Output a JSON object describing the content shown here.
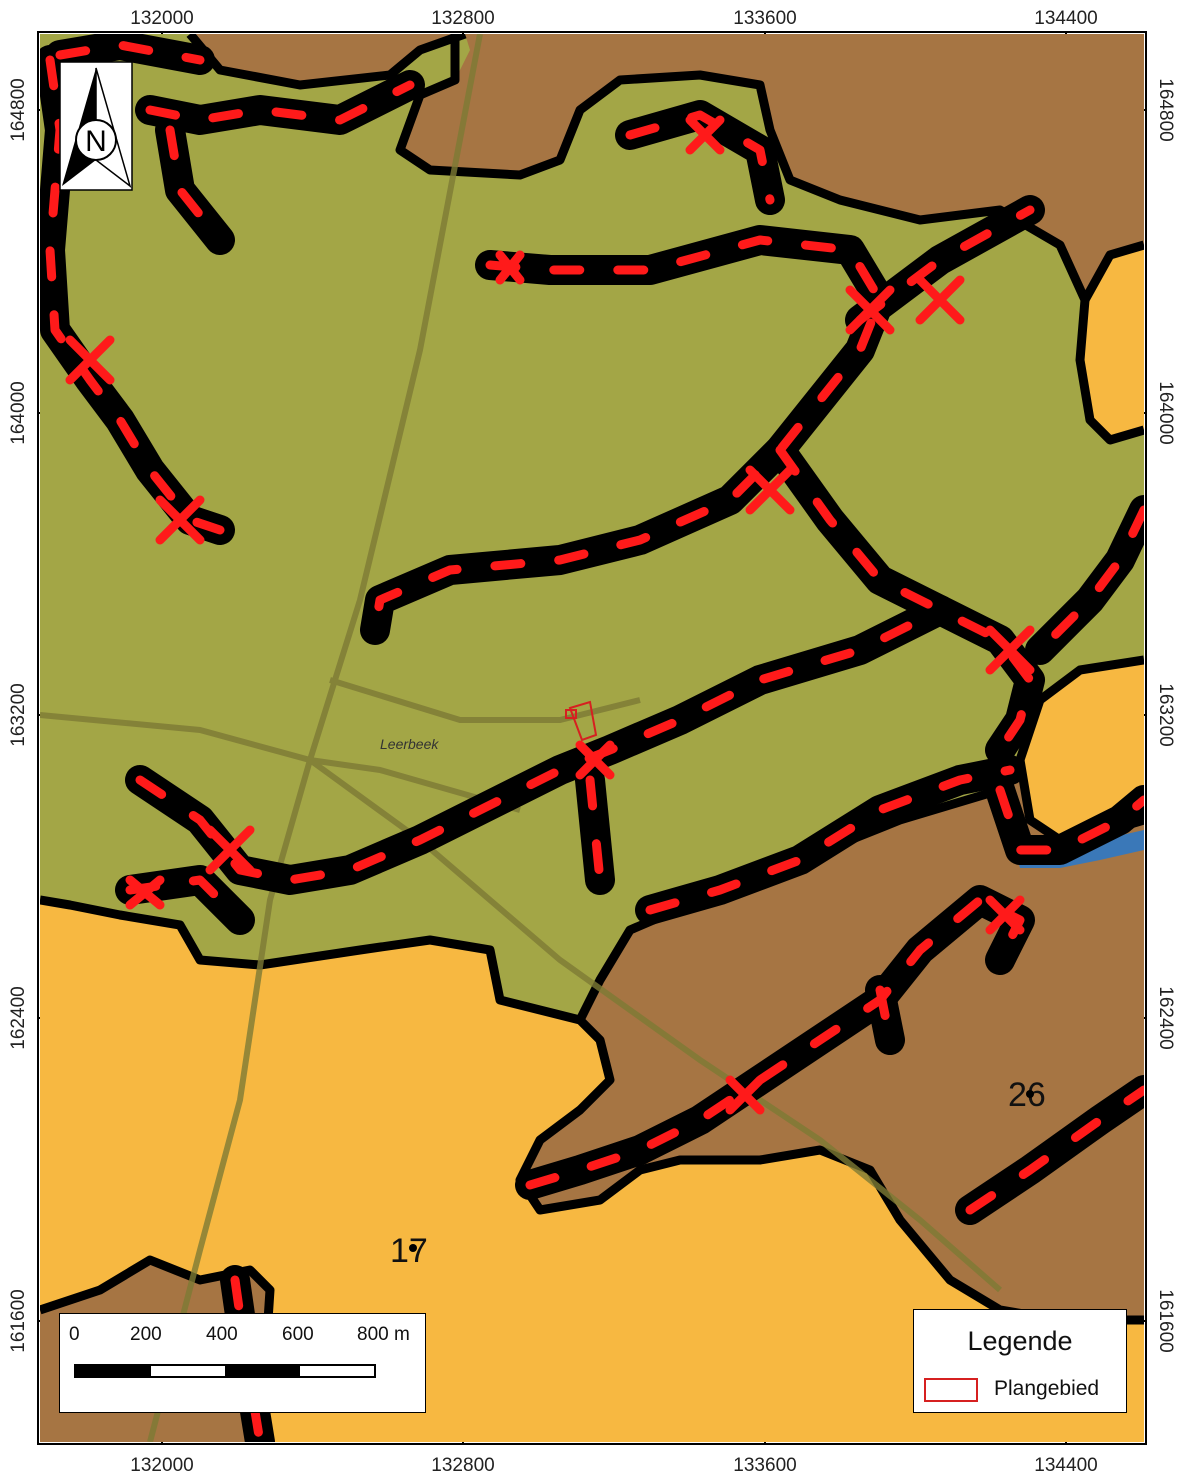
{
  "map": {
    "axes": {
      "x_ticks": [
        "132000",
        "132800",
        "133600",
        "134400"
      ],
      "y_ticks": [
        "164800",
        "164000",
        "163200",
        "162400",
        "161600"
      ]
    },
    "colors": {
      "zone_olive": "#a3a646",
      "zone_brown": "#a67543",
      "zone_orange": "#f7b841",
      "water": "#3a78b8",
      "buffer_outline": "#000000",
      "buffer_dash": "#ff1a1a",
      "plangebied": "#d62020"
    },
    "labels": {
      "place": "Leerbeek",
      "zone_17": "17",
      "zone_26": "26"
    },
    "north_arrow": {
      "letter": "N"
    }
  },
  "scalebar": {
    "labels": [
      "0",
      "200",
      "400",
      "600",
      "800 m"
    ]
  },
  "legend": {
    "title": "Legende",
    "items": [
      {
        "label": "Plangebied"
      }
    ]
  }
}
